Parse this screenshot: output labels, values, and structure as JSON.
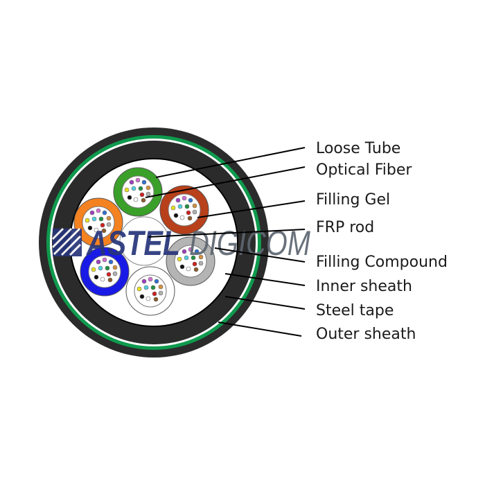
{
  "labels": {
    "loose_tube": "Loose Tube",
    "optical_fiber": "Optical Fiber",
    "filling_gel": "Filling Gel",
    "frp_rod": "FRP rod",
    "filling_compound": "Filling Compound",
    "inner_sheath": "Inner sheath",
    "steel_tape": "Steel tape",
    "outer_sheath": "Outer sheath"
  },
  "watermark": {
    "part1": "ASTEL",
    "part2": "DIGICOM"
  },
  "colors": {
    "sheath": "#2b2b2b",
    "steel_tape": "#0f9a4e",
    "logo_primary": "#27357a",
    "logo_secondary": "#5d6670",
    "tubes": [
      "#3aa02a",
      "#b8401a",
      "#f58220",
      "#1a1ae6",
      "#ffffff",
      "#b4b4b4"
    ],
    "fibers": [
      "#a040c0",
      "#d070d0",
      "#3070d0",
      "#d09040",
      "#e8e020",
      "#50d0e0",
      "#209040",
      "#b0b0b0",
      "#101010",
      "#ffffff",
      "#d02020",
      "#8b5a2b"
    ]
  }
}
